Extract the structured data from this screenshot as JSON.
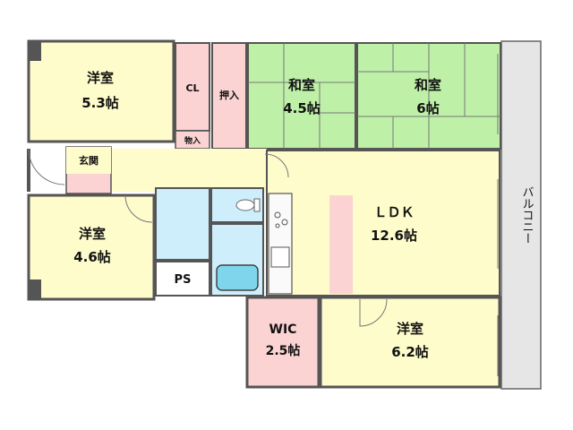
{
  "rooms": {
    "yoshitsu_nw": {
      "name": "洋室",
      "size": "5.3帖"
    },
    "cl": {
      "name": "CL"
    },
    "oshiire": {
      "name": "押入"
    },
    "mono": {
      "name": "物入"
    },
    "washitsu_a": {
      "name": "和室",
      "size": "4.5帖"
    },
    "washitsu_b": {
      "name": "和室",
      "size": "6帖"
    },
    "genkan": {
      "name": "玄関"
    },
    "yoshitsu_w": {
      "name": "洋室",
      "size": "4.6帖"
    },
    "ps": {
      "name": "PS"
    },
    "ldk": {
      "name": "ＬＤＫ",
      "size": "12.6帖"
    },
    "wic": {
      "name": "WIC",
      "size": "2.5帖"
    },
    "yoshitsu_s": {
      "name": "洋室",
      "size": "6.2帖"
    },
    "balcony": {
      "name": "バルコニー"
    }
  },
  "colors": {
    "western_room": "#fefccb",
    "closet": "#fbd3d3",
    "tatami": "#bff0a8",
    "wet_area": "#cdeefa",
    "balcony": "#e6e6e6",
    "wall": "#555555"
  }
}
